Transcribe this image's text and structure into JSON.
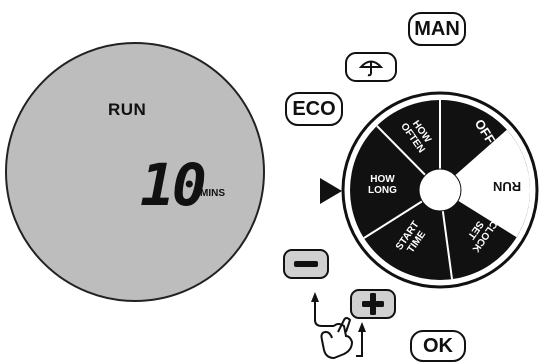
{
  "display": {
    "mode": "RUN",
    "value": "10",
    "unit": "MINS"
  },
  "buttons": {
    "man": "MAN",
    "eco": "ECO",
    "ok": "OK",
    "umbrella_icon": "umbrella-icon",
    "minus_icon": "minus-icon",
    "plus_icon": "plus-icon"
  },
  "dial": {
    "segments": {
      "off": "OFF",
      "run": "RUN",
      "clock_set_1": "CLOCK",
      "clock_set_2": "SET",
      "start_time_1": "START",
      "start_time_2": "TIME",
      "how_long_1": "HOW",
      "how_long_2": "LONG",
      "how_often_1": "HOW",
      "how_often_2": "OFTEN"
    },
    "current": "RUN"
  },
  "colors": {
    "lcd": "#bdbdbd",
    "ink": "#111111",
    "key": "#d0d0d0"
  }
}
